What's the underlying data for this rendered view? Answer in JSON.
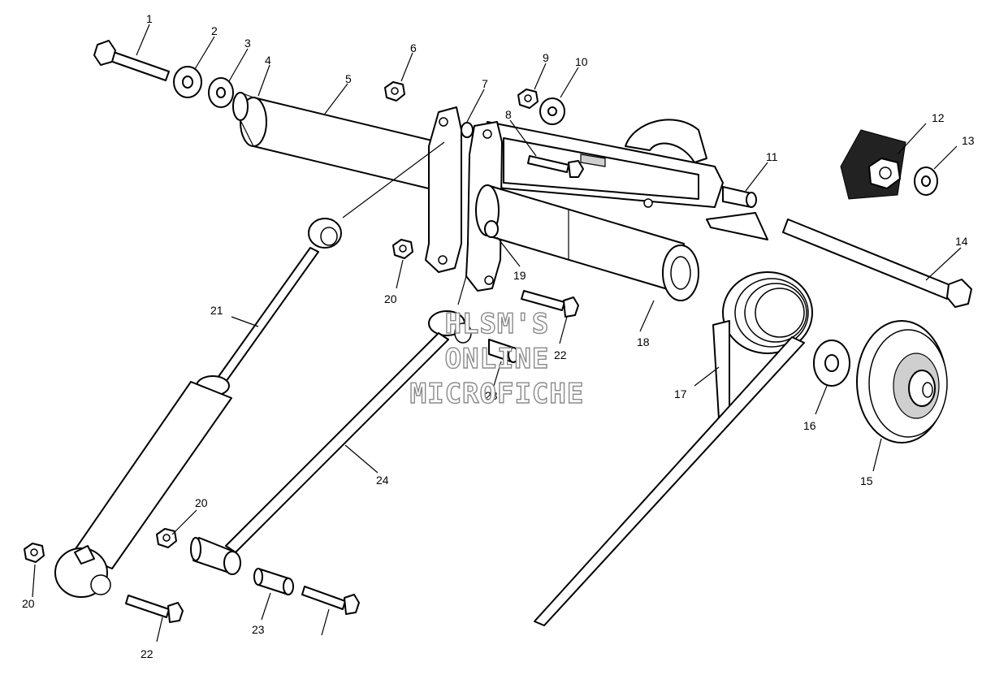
{
  "callouts": {
    "c1": "1",
    "c2": "2",
    "c3": "3",
    "c4": "4",
    "c5": "5",
    "c6": "6",
    "c7": "7",
    "c8": "8",
    "c9": "9",
    "c10": "10",
    "c11": "11",
    "c12": "12",
    "c13": "13",
    "c14": "14",
    "c15": "15",
    "c16": "16",
    "c17": "17",
    "c18": "18",
    "c19": "19",
    "c20a": "20",
    "c20b": "20",
    "c20c": "20",
    "c21": "21",
    "c22a": "22",
    "c22b": "22",
    "c23a": "23",
    "c23b": "23",
    "c24": "24"
  },
  "watermark": {
    "line1": "HLSM'S",
    "line2": "ONLINE",
    "line3": "MICROFICHE"
  }
}
